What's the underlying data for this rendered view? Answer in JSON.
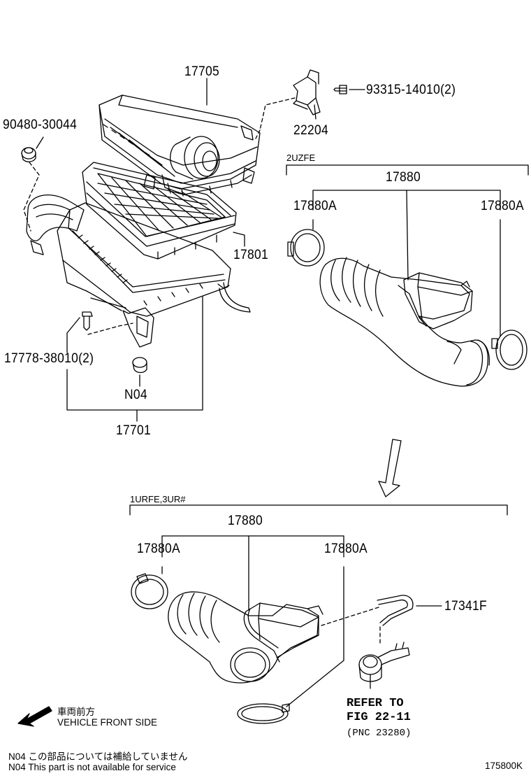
{
  "parts": {
    "p17705": "17705",
    "p22204": "22204",
    "p93315": "93315-14010(2)",
    "p90480": "90480-30044",
    "p17801": "17801",
    "p17778": "17778-38010(2)",
    "pN04": "N04",
    "p17701": "17701",
    "p17880_top": "17880",
    "p17880A_top_left": "17880A",
    "p17880A_top_right": "17880A",
    "p17880_bot": "17880",
    "p17880A_bot_left": "17880A",
    "p17880A_bot_right": "17880A",
    "p17341F": "17341F"
  },
  "variants": {
    "top": "2UZFE",
    "bottom": "1URFE,3UR#"
  },
  "reference": {
    "line1": "REFER TO",
    "line2": "FIG 22-11",
    "line3": "(PNC 23280)"
  },
  "direction": {
    "jp": "車両前方",
    "en": "VEHICLE FRONT SIDE"
  },
  "notes": {
    "jp": "N04 この部品については補給していません",
    "en": "N04 This part is not available for service"
  },
  "figure_id": "175800K"
}
